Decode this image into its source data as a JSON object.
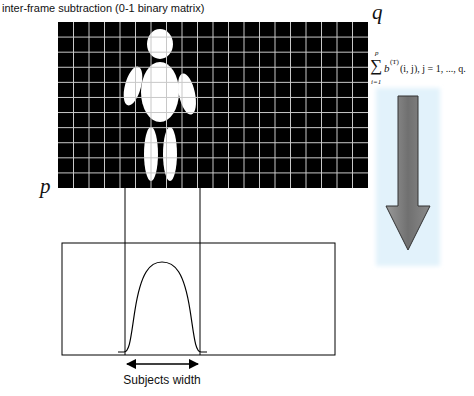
{
  "diagram": {
    "title": "inter-frame subtraction (0-1 binary matrix)",
    "labels": [
      "q",
      "∑",
      "p",
      "i=1",
      "b",
      "(T)",
      "(i, j), j = 1, ..., q.",
      "p",
      "Subjects width"
    ]
  }
}
